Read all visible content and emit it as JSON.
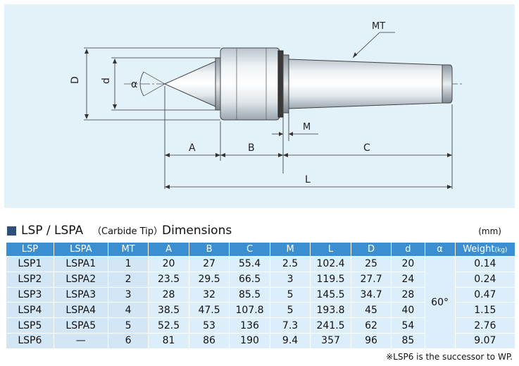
{
  "drawing": {
    "labels": {
      "mt": "MT",
      "d_outer": "D",
      "d_inner": "d",
      "alpha": "α",
      "a": "A",
      "b": "B",
      "c": "C",
      "m": "M",
      "l": "L"
    }
  },
  "section": {
    "title_main": "LSP / LSPA",
    "title_sub": "（Carbide Tip）",
    "title_rest": "Dimensions",
    "unit": "(mm)"
  },
  "table": {
    "headers": [
      "LSP",
      "LSPA",
      "MT",
      "A",
      "B",
      "C",
      "M",
      "L",
      "D",
      "d",
      "α",
      "Weight"
    ],
    "weight_unit": "(kg)",
    "alpha_value": "60°",
    "rows": [
      [
        "LSP1",
        "LSPA1",
        "1",
        "20",
        "27",
        "55.4",
        "2.5",
        "102.4",
        "25",
        "20",
        "0.14"
      ],
      [
        "LSP2",
        "LSPA2",
        "2",
        "23.5",
        "29.5",
        "66.5",
        "3",
        "119.5",
        "27.7",
        "24",
        "0.24"
      ],
      [
        "LSP3",
        "LSPA3",
        "3",
        "28",
        "32",
        "85.5",
        "5",
        "145.5",
        "34.7",
        "28",
        "0.47"
      ],
      [
        "LSP4",
        "LSPA4",
        "4",
        "38.5",
        "47.5",
        "107.8",
        "5",
        "193.8",
        "45",
        "40",
        "1.15"
      ],
      [
        "LSP5",
        "LSPA5",
        "5",
        "52.5",
        "53",
        "136",
        "7.3",
        "241.5",
        "62",
        "54",
        "2.76"
      ],
      [
        "LSP6",
        "—",
        "6",
        "81",
        "86",
        "190",
        "9.4",
        "357",
        "96",
        "85",
        "9.07"
      ]
    ]
  },
  "footnote": "※LSP6 is the successor to WP."
}
